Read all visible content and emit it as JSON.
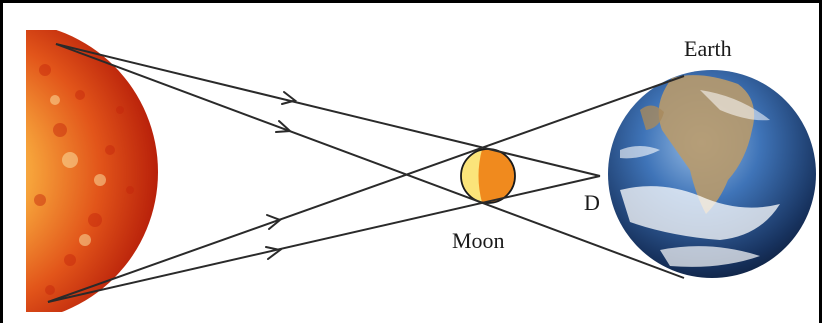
{
  "labels": {
    "earth": "Earth",
    "moon": "Moon",
    "point": "D"
  },
  "colors": {
    "ray": "#2a2a2a",
    "moon_lit": "#f08a1e",
    "moon_dark": "#fbe47a",
    "sun_core": "#f6a23a",
    "sun_edge": "#c8280c",
    "earth_ocean": "#2c5f9e"
  }
}
